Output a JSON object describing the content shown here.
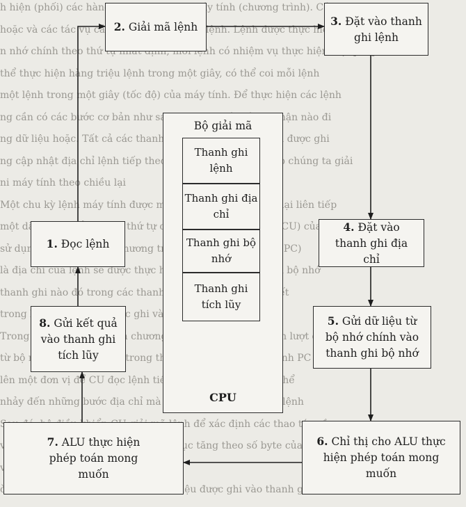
{
  "diagram": {
    "steps": [
      {
        "num": "1.",
        "text": "Đọc lệnh"
      },
      {
        "num": "2.",
        "text": "Giải mã lệnh"
      },
      {
        "num": "3.",
        "text": "Đặt vào thanh ghi lệnh"
      },
      {
        "num": "4.",
        "text": "Đặt vào thanh ghi địa chỉ"
      },
      {
        "num": "5.",
        "text": "Gửi dữ liệu từ bộ nhớ chính vào thanh ghi bộ nhớ"
      },
      {
        "num": "6.",
        "text": "Chỉ thị cho ALU thực hiện phép toán mong muốn"
      },
      {
        "num": "7.",
        "text": "ALU thực hiện phép toán mong muốn"
      },
      {
        "num": "8.",
        "text": "Gửi kết quả vào thanh ghi tích lũy"
      }
    ],
    "cpu": {
      "title": "Bộ giải mã",
      "registers": [
        "Thanh ghi lệnh",
        "Thanh ghi địa chỉ",
        "Thanh ghi bộ nhớ",
        "Thanh ghi tích lũy"
      ],
      "label": "CPU"
    }
  },
  "background_text": [
    "h hiện (phối) các hàng nhiệm vụ trong máy tính (chương trình). Các lệnh đ",
    "hoặc và các tác vụ cần thiết để thực hiện lệnh. Lệnh được thực hiện trực tiếp c",
    "n nhớ chính theo thứ tự nhất định, mỗi lệnh có nhiệm vụ thực hiện một phép",
    "thể thực hiện hàng triệu lệnh trong một giây, có thể coi mỗi lệnh",
    "một lệnh trong một giây (tốc độ) của máy tính. Để thực hiện các lệnh",
    "ng cần có các bước cơ bản như sau, lệnh đưa vào từ bộ phận nào đi",
    "ng dữ liệu hoặc. Tất cả các thanh ghi lệnh trong máy tính được ghi",
    "ng cập nhật địa chỉ lệnh tiếp theo cho trên máy tính, giúp chúng ta giải",
    "ni máy tính theo chiều lại",
    "Một chu kỳ lệnh máy tính được mô tả như trên, được lặp lại liên tiếp",
    "một dãy lệnh. Để quản lý thứ tự các lệnh, bộ điều khiển (CU) của bộ",
    "sử dụng thanh ghi đếm chương trình (Program Counter - PC)",
    "là địa chỉ của lệnh sẽ được thực hiện tiếp theo. Thanh ghi bộ nhớ",
    "thanh ghi nào đó trong các thanh ghi tích lũy khi cần thiết",
    "trong bộ nhớ, dữ liệu được ghi vào",
    "Trong quá trình thực hiện chương trình, bộ điều khiển lần lượt đọc",
    "từ bộ nhớ theo địa chỉ có trong thanh ghi đếm chương trình PC",
    "lên một đơn vị để CU đọc lệnh tiếp theo. Bộ đọc lệnh có thể",
    "nhảy đến những bước địa chỉ mà ghi trong lệnh chứa mã lệnh",
    "Sau đó, bộ điều khiển CU giải mã lệnh để xác định các thao tác cần",
    "và tham gia thực hiện lệnh. PC tiếp tục tăng theo số byte của lệnh",
    "vào",
    "ời gian để đọc dữ liệu từ bộ nhớ, dữ liệu được ghi vào thanh ghi địa chỉ"
  ]
}
